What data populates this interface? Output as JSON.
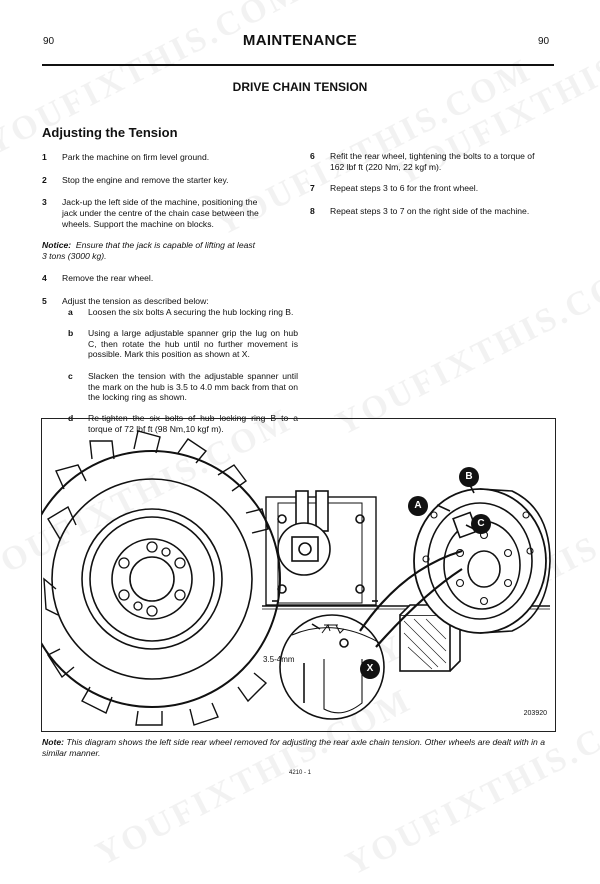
{
  "header": {
    "page_left": "90",
    "page_right": "90",
    "title": "MAINTENANCE"
  },
  "section_title": "DRIVE CHAIN TENSION",
  "subsection_title": "Adjusting the Tension",
  "steps_left": [
    {
      "num": "1",
      "text": "Park the machine on firm level ground."
    },
    {
      "num": "2",
      "text": "Stop the engine and remove the starter key."
    },
    {
      "num": "3",
      "text_lines": [
        "Jack-up the left side of the machine, positioning the",
        "jack under the centre of the chain case between the",
        "wheels.  Support the machine on blocks."
      ]
    }
  ],
  "note1": {
    "label": "Notice:",
    "lines": [
      "Ensure that the jack is capable of lifting at least",
      "3 tons  (3000 kg)."
    ]
  },
  "step4": {
    "num": "4",
    "text": "Remove the rear wheel."
  },
  "step5": {
    "num": "5",
    "text": "Adjust the tension as described below:",
    "subs": [
      {
        "letter": "a",
        "text": "Loosen the six bolts A securing the hub locking ring B."
      },
      {
        "letter": "b",
        "text": "Using a large adjustable spanner grip the lug on hub C, then rotate the hub until no further movement is possible. Mark this position as shown at X."
      },
      {
        "letter": "c",
        "text": "Slacken the tension with the adjustable spanner until  the mark on the hub is 3.5 to 4.0 mm back from that on the locking ring as shown."
      },
      {
        "letter": "d",
        "text": "Re-tighten the six bolts of hub locking ring B to a torque of 72 lbf ft (98 Nm,10 kgf m)."
      }
    ]
  },
  "steps_right": [
    {
      "num": "6",
      "text_lines": [
        "Refit the rear wheel, tightening the bolts to a torque of",
        "162 lbf ft (220 Nm, 22 kgf m)."
      ]
    },
    {
      "num": "7",
      "text": "Repeat steps 3 to 6 for the front wheel."
    },
    {
      "num": "8",
      "text": "Repeat steps 3 to 7 on the right side of the machine."
    }
  ],
  "figure": {
    "number": "203920",
    "measure_label": "3.5-4mm",
    "callouts": {
      "a": "A",
      "b": "B",
      "c": "C",
      "x": "X"
    }
  },
  "caption": {
    "label": "Note:",
    "text": "This diagram shows the left side rear wheel removed for adjusting the rear axle chain tension. Other wheels are dealt with in a similar manner."
  },
  "footer_code": "4210 - 1",
  "watermark": "YOUFIXTHIS.COM"
}
